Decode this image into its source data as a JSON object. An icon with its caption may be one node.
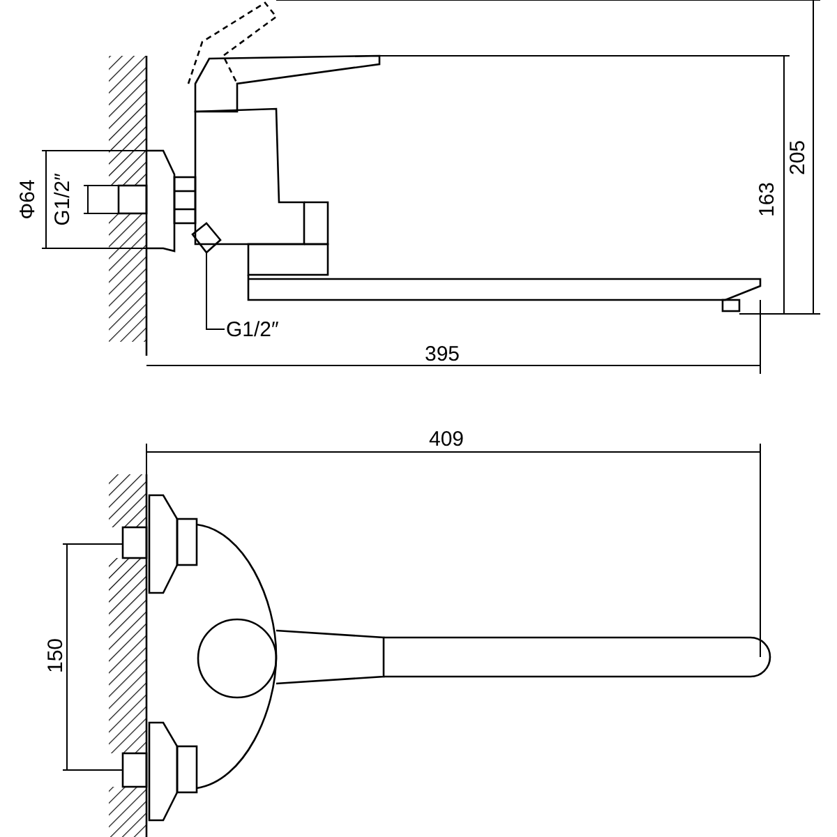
{
  "diagram": {
    "nodes": [
      {
        "text": [
          "G1/2″"
        ]
      },
      {
        "text": [],
        "shape": "picture"
      }
    ],
    "edges": [
      {
        "from": 0,
        "to": 1,
        "arrow": "none"
      }
    ],
    "labels": [
      "Φ64",
      "G1/2″",
      "163",
      "205",
      "395",
      "409",
      "150"
    ]
  }
}
